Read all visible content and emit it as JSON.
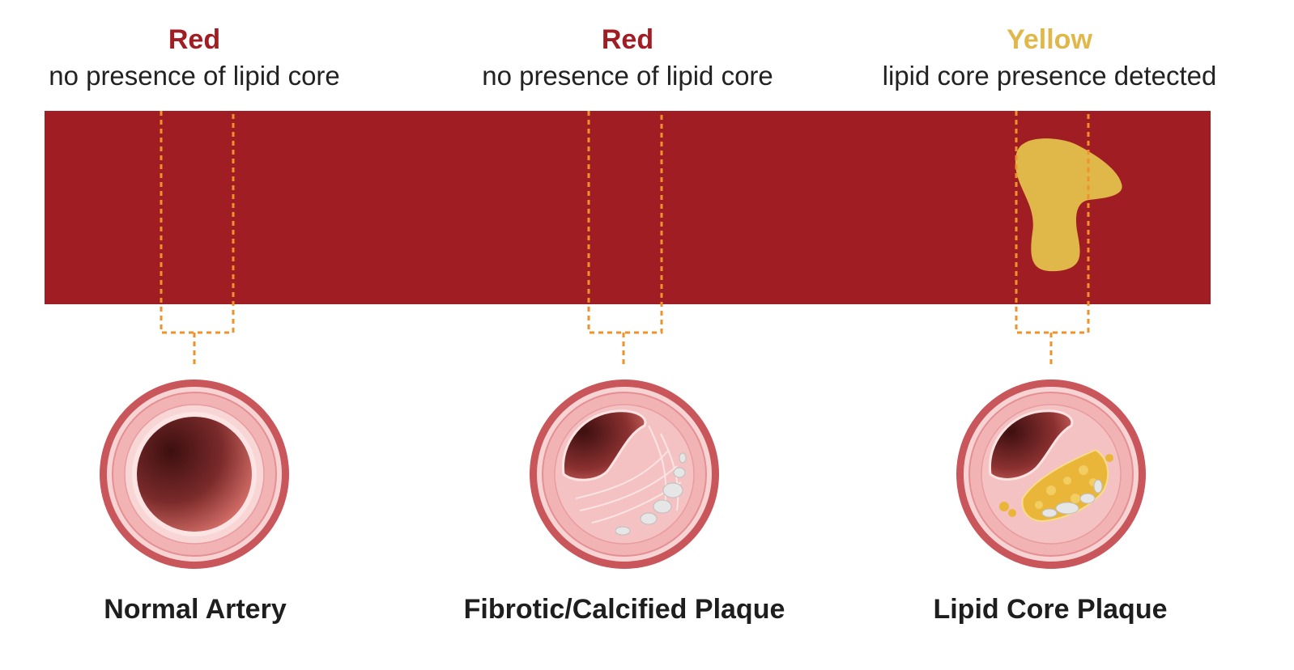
{
  "colors": {
    "band": "#a11d24",
    "red_label": "#a11d24",
    "yellow_label": "#e0b84a",
    "lipid": "#e0b84a",
    "connector": "#f0922a",
    "vessel_outer": "#c8565a",
    "vessel_wall": "#f2b3b5",
    "lumen_dark": "#4a1515"
  },
  "columns": [
    {
      "color_word": "Red",
      "description": "no presence of lipid core",
      "artery_label": "Normal Artery",
      "artery_type": "normal"
    },
    {
      "color_word": "Red",
      "description": "no presence of lipid core",
      "artery_label": "Fibrotic/Calcified Plaque",
      "artery_type": "fibrotic-calcified"
    },
    {
      "color_word": "Yellow",
      "description": "lipid core presence detected",
      "artery_label": "Lipid Core Plaque",
      "artery_type": "lipid-core"
    }
  ]
}
